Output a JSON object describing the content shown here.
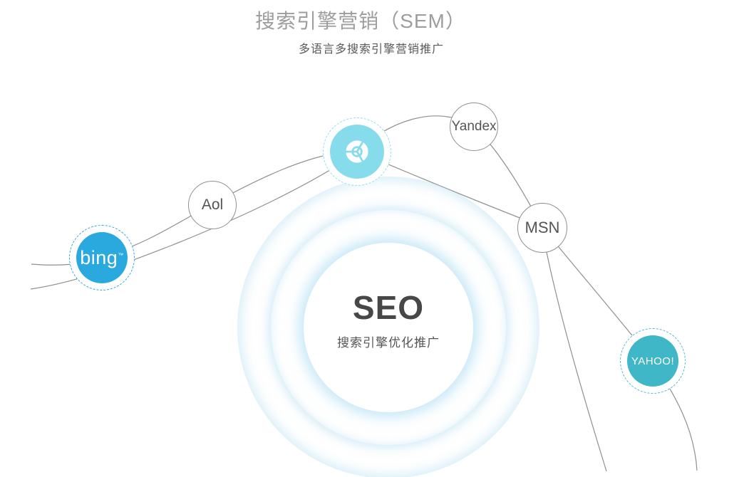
{
  "header": {
    "title": "搜索引擎营销（SEM）",
    "subtitle": "多语言多搜索引擎营销推广"
  },
  "center": {
    "title": "SEO",
    "subtitle": "搜索引擎优化推广"
  },
  "nodes": {
    "bing": {
      "label": "bing",
      "tm": "™"
    },
    "aol": {
      "label": "Aol"
    },
    "chrome": {
      "icon": "chrome-icon"
    },
    "yandex": {
      "label": "Yandex"
    },
    "msn": {
      "label": "MSN"
    },
    "yahoo": {
      "label": "YAHOO!"
    }
  },
  "colors": {
    "bing_blue": "#2aa9de",
    "chrome_cyan": "#87dcec",
    "yahoo_teal": "#3fb7c7",
    "glow_blue": "#a4d9f0",
    "line_gray": "#7b7b7b",
    "node_border_gray": "#8f8f8f",
    "title_gray": "#9d9d9d",
    "text_dark": "#474747"
  }
}
